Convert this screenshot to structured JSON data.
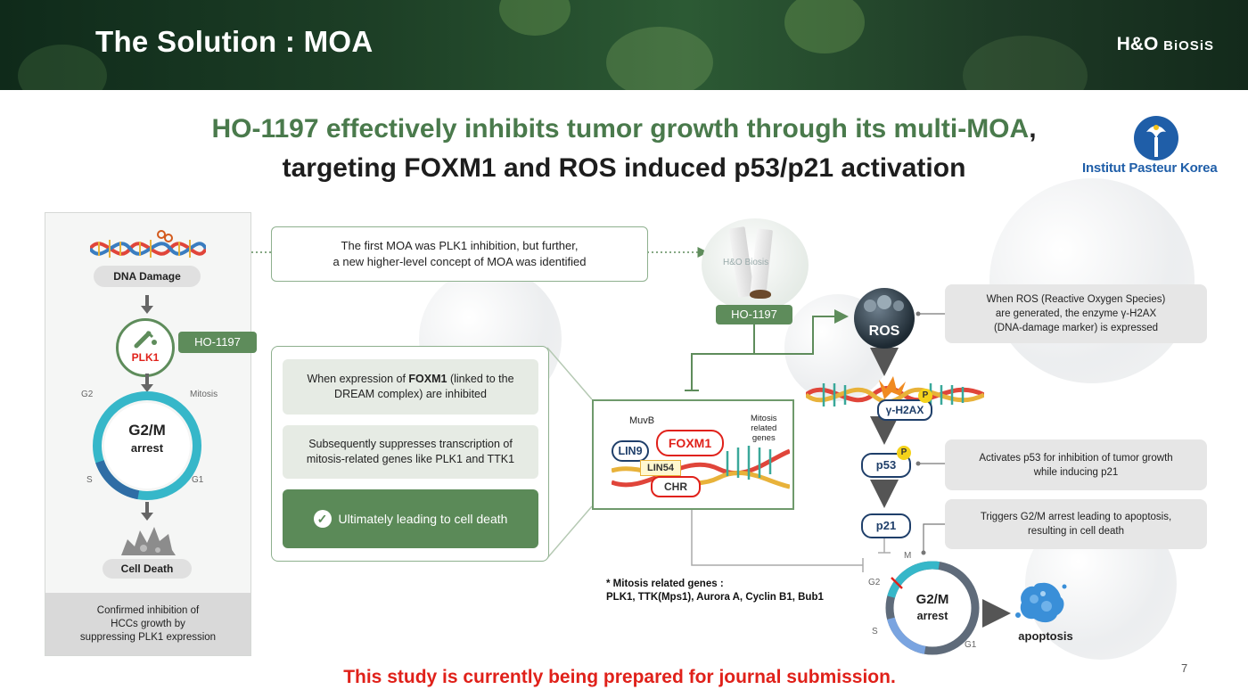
{
  "header": {
    "title": "The Solution : MOA",
    "brand_main": "H&O ",
    "brand_small": "BiOSiS"
  },
  "headline": {
    "line1_green": "HO-1197 effectively inhibits tumor growth through its multi-MOA",
    "line1_comma": ",",
    "line2": "targeting FOXM1 and ROS induced p53/p21 activation"
  },
  "partner": {
    "name": "Institut Pasteur Korea"
  },
  "left_panel": {
    "dna_damage": "DNA Damage",
    "plk1": "PLK1",
    "g2": "G2",
    "mitosis": "Mitosis",
    "s": "S",
    "g1": "G1",
    "arrest_title": "G2/M",
    "arrest_sub": "arrest",
    "cell_death": "Cell Death",
    "footer": [
      "Confirmed inhibition of",
      "HCCs growth by",
      "suppressing PLK1 expression"
    ]
  },
  "ho_label_left": "HO-1197",
  "moa_box": [
    "The first MOA was PLK1 inhibition, but further,",
    "a new higher-level concept of MOA was identified"
  ],
  "product": {
    "watermark": "H&O Biosis",
    "label": "HO-1197"
  },
  "mid_panel": {
    "item1_pre": "When expression of ",
    "item1_bold": "FOXM1",
    "item1_post": " (linked to the",
    "item1_line2": "DREAM complex) are inhibited",
    "item2": [
      "Subsequently suppresses transcription of",
      "mitosis-related genes like PLK1 and TTK1"
    ],
    "item3": "Ultimately leading to cell death"
  },
  "dream": {
    "muvb": "MuvB",
    "lin9": "LIN9",
    "foxm1": "FOXM1",
    "lin54": "LIN54",
    "chr": "CHR",
    "mitosis_genes": [
      "Mitosis",
      "related",
      "genes"
    ]
  },
  "footnote": [
    "* Mitosis related genes :",
    "PLK1, TTK(Mps1), Aurora A, Cyclin B1, Bub1"
  ],
  "ros_pathway": {
    "ros": "ROS",
    "h2ax": "γ-H2AX",
    "p": "P",
    "p53": "p53",
    "p21": "p21",
    "m": "M",
    "g2": "G2",
    "s": "S",
    "g1": "G1",
    "arrest_title": "G2/M",
    "arrest_sub": "arrest",
    "apoptosis": "apoptosis"
  },
  "notes": {
    "ros": [
      "When ROS (Reactive Oxygen Species)",
      "are generated, the enzyme γ-H2AX",
      "(DNA-damage marker) is expressed"
    ],
    "p53": [
      "Activates p53 for inhibition of tumor growth",
      "while inducing p21"
    ],
    "p21": [
      "Triggers G2/M arrest leading to apoptosis,",
      "resulting in cell death"
    ]
  },
  "bottom_note": "This study is currently being prepared for journal submission.",
  "page_number": "7"
}
